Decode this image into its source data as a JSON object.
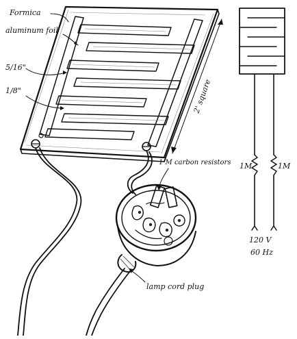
{
  "labels": {
    "formica": "Formica",
    "aluminum_foil": "aluminum foil",
    "dim_five_sixteenths": "5/16\"",
    "dim_one_eighth": "1/8\"",
    "size_square": "2' square",
    "carbon_resistors": "1 M carbon resistors",
    "lamp_cord_plug": "lamp cord plug",
    "resistor_left": "1M",
    "resistor_right": "1M",
    "supply_voltage": "120 V",
    "supply_frequency": "60 Hz"
  }
}
